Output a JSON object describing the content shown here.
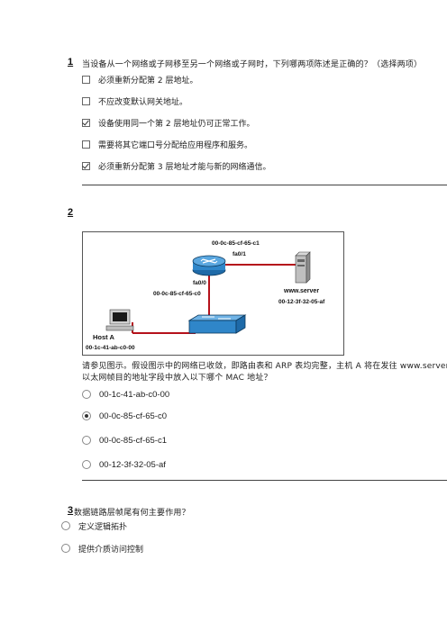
{
  "q1": {
    "number": "1",
    "text": "当设备从一个网络或子网移至另一个网络或子网时，下列哪两项陈述是正确的？（选择两项）",
    "options": [
      {
        "label": "必须重新分配第 2 层地址。",
        "checked": false
      },
      {
        "label": "不应改变默认网关地址。",
        "checked": false
      },
      {
        "label": "设备使用同一个第 2 层地址仍可正常工作。",
        "checked": true
      },
      {
        "label": "需要将其它端口号分配给应用程序和服务。",
        "checked": false
      },
      {
        "label": "必须重新分配第 3 层地址才能与新的网络通信。",
        "checked": true
      }
    ]
  },
  "q2": {
    "number": "2",
    "diagram": {
      "router_mac_top": "00-0c-85-cf-65-c1",
      "router_if_top": "fa0/1",
      "router_if_left": "fa0/0",
      "router_mac_left": "00-0c-85-cf-65-c0",
      "server_name": "www.server",
      "server_mac": "00-12-3f-32-05-af",
      "host_name": "Host A",
      "host_mac": "00-1c-41-ab-c0-00"
    },
    "text_line1": "请参见图示。假设图示中的网络已收敛，即路由表和 ARP 表均完整，主机 A 将在发往 www.server 的",
    "text_line2": "以太网帧目的地址字段中放入以下哪个 MAC 地址？",
    "options": [
      {
        "label": "00-1c-41-ab-c0-00",
        "checked": false
      },
      {
        "label": "00-0c-85-cf-65-c0",
        "checked": true
      },
      {
        "label": "00-0c-85-cf-65-c1",
        "checked": false
      },
      {
        "label": "00-12-3f-32-05-af",
        "checked": false
      }
    ]
  },
  "q3": {
    "number": "3",
    "text": "数据链路层帧尾有何主要作用？",
    "options": [
      {
        "label": "定义逻辑拓扑",
        "checked": false
      },
      {
        "label": "提供介质访问控制",
        "checked": false
      }
    ]
  }
}
